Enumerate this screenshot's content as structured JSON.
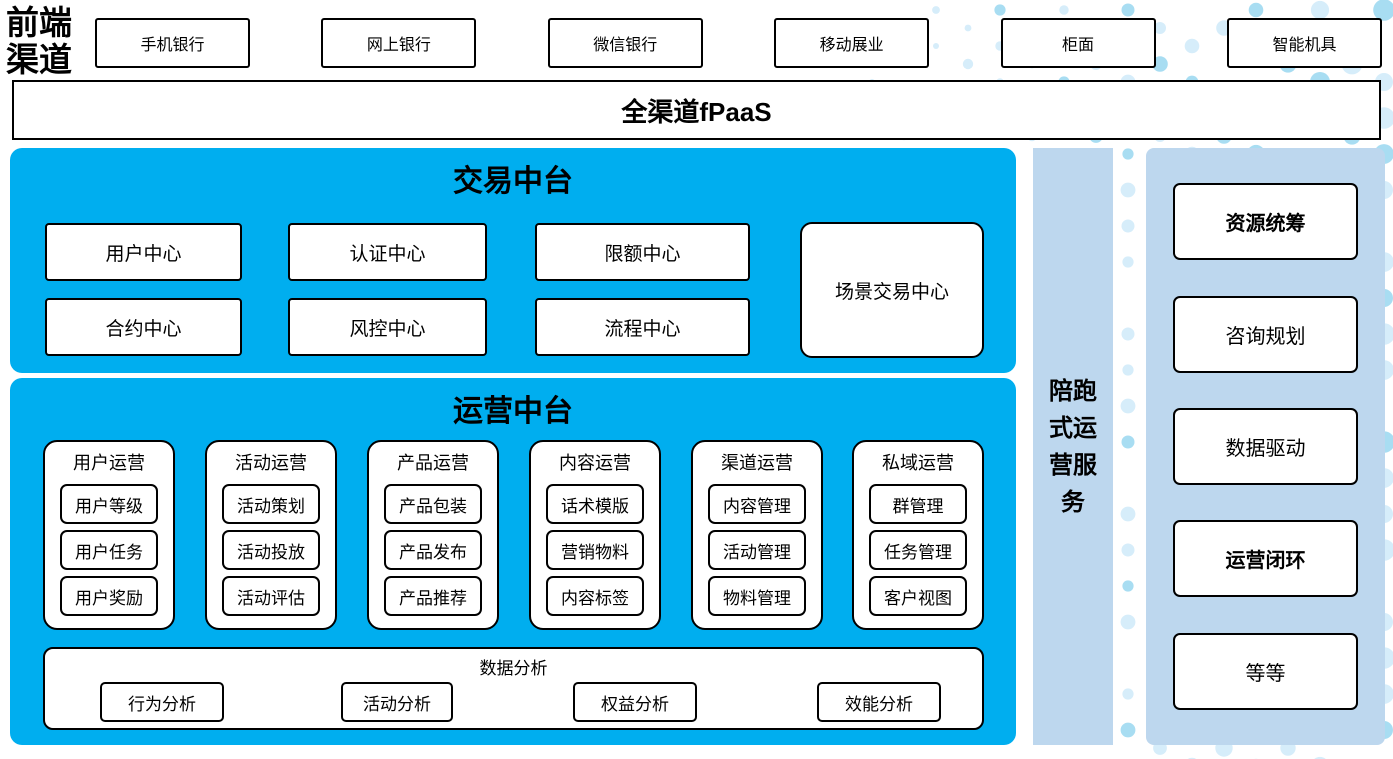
{
  "front_channels": {
    "label": "前端渠道",
    "items": [
      "手机银行",
      "网上银行",
      "微信银行",
      "移动展业",
      "柜面",
      "智能机具"
    ]
  },
  "fpaas": {
    "label": "全渠道fPaaS"
  },
  "transaction_platform": {
    "title": "交易中台",
    "centers": [
      "用户中心",
      "认证中心",
      "限额中心",
      "合约中心",
      "风控中心",
      "流程中心"
    ],
    "scene_center": "场景交易中心"
  },
  "operation_platform": {
    "title": "运营中台",
    "groups": [
      {
        "title": "用户运营",
        "items": [
          "用户等级",
          "用户任务",
          "用户奖励"
        ]
      },
      {
        "title": "活动运营",
        "items": [
          "活动策划",
          "活动投放",
          "活动评估"
        ]
      },
      {
        "title": "产品运营",
        "items": [
          "产品包装",
          "产品发布",
          "产品推荐"
        ]
      },
      {
        "title": "内容运营",
        "items": [
          "话术模版",
          "营销物料",
          "内容标签"
        ]
      },
      {
        "title": "渠道运营",
        "items": [
          "内容管理",
          "活动管理",
          "物料管理"
        ]
      },
      {
        "title": "私域运营",
        "items": [
          "群管理",
          "任务管理",
          "客户视图"
        ]
      }
    ],
    "data_analysis": {
      "title": "数据分析",
      "items": [
        "行为分析",
        "活动分析",
        "权益分析",
        "效能分析"
      ]
    }
  },
  "side_bar": {
    "label": "陪跑式运营服务"
  },
  "service_panel": {
    "items": [
      {
        "label": "资源统筹",
        "bold": true
      },
      {
        "label": "咨询规划",
        "bold": false
      },
      {
        "label": "数据驱动",
        "bold": false
      },
      {
        "label": "运营闭环",
        "bold": true
      },
      {
        "label": "等等",
        "bold": false
      }
    ]
  },
  "colors": {
    "primary_blue": "#00AEEF",
    "light_blue": "#BDD7EE",
    "dot_light": "#D6EDFA",
    "dot_medium": "#A8DDF2",
    "border": "#000000",
    "box_fill": "#FFFFFF"
  }
}
